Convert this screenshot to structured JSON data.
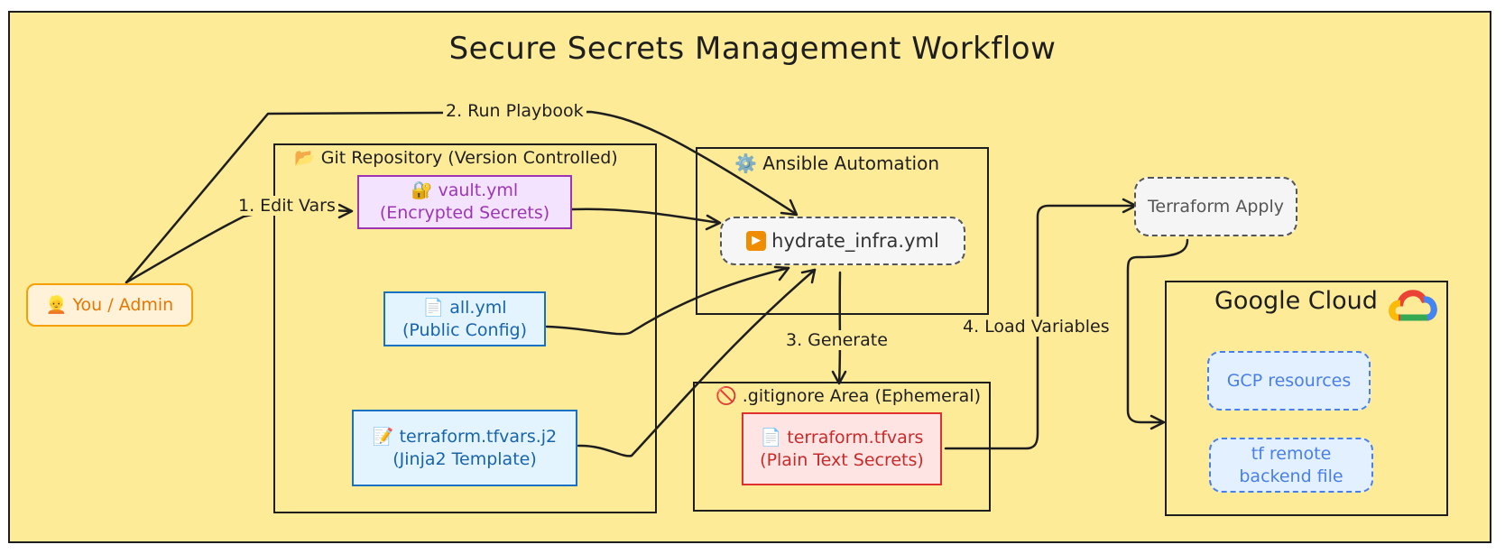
{
  "title": "Secure Secrets Management Workflow",
  "colors": {
    "background": "#fdeb98",
    "admin": "#f59f00",
    "vault": "#9c36b5",
    "config": "#1971c2",
    "plaintext": "#e03131",
    "gcp": "#4a7ee8"
  },
  "groups": {
    "git": {
      "icon": "📂",
      "label": "Git Repository (Version Controlled)"
    },
    "ansible": {
      "icon": "⚙️",
      "label": "Ansible Automation"
    },
    "gitignore": {
      "icon": "🚫",
      "label": ".gitignore Area (Ephemeral)"
    },
    "google": {
      "label": "Google Cloud",
      "icon_name": "google-cloud-logo-icon"
    }
  },
  "nodes": {
    "admin": {
      "icon": "👱",
      "label": "You / Admin"
    },
    "vault": {
      "icon": "🔐",
      "line1": "vault.yml",
      "line2": "(Encrypted Secrets)"
    },
    "all": {
      "icon": "📄",
      "line1": "all.yml",
      "line2": "(Public Config)"
    },
    "tfj2": {
      "icon": "📝",
      "line1": "terraform.tfvars.j2",
      "line2": "(Jinja2 Template)"
    },
    "hydrate": {
      "icon": "▶",
      "label": "hydrate_infra.yml"
    },
    "tfvars": {
      "icon": "📄",
      "line1": "terraform.tfvars",
      "line2": "(Plain Text Secrets)"
    },
    "apply": {
      "label": "Terraform Apply"
    },
    "gcp_resources": {
      "label": "GCP resources"
    },
    "tf_backend": {
      "line1": "tf remote",
      "line2": "backend file"
    }
  },
  "edges": {
    "edit_vars": "1. Edit Vars",
    "run_playbook": "2. Run Playbook",
    "generate": "3. Generate",
    "load_variables": "4. Load Variables"
  }
}
